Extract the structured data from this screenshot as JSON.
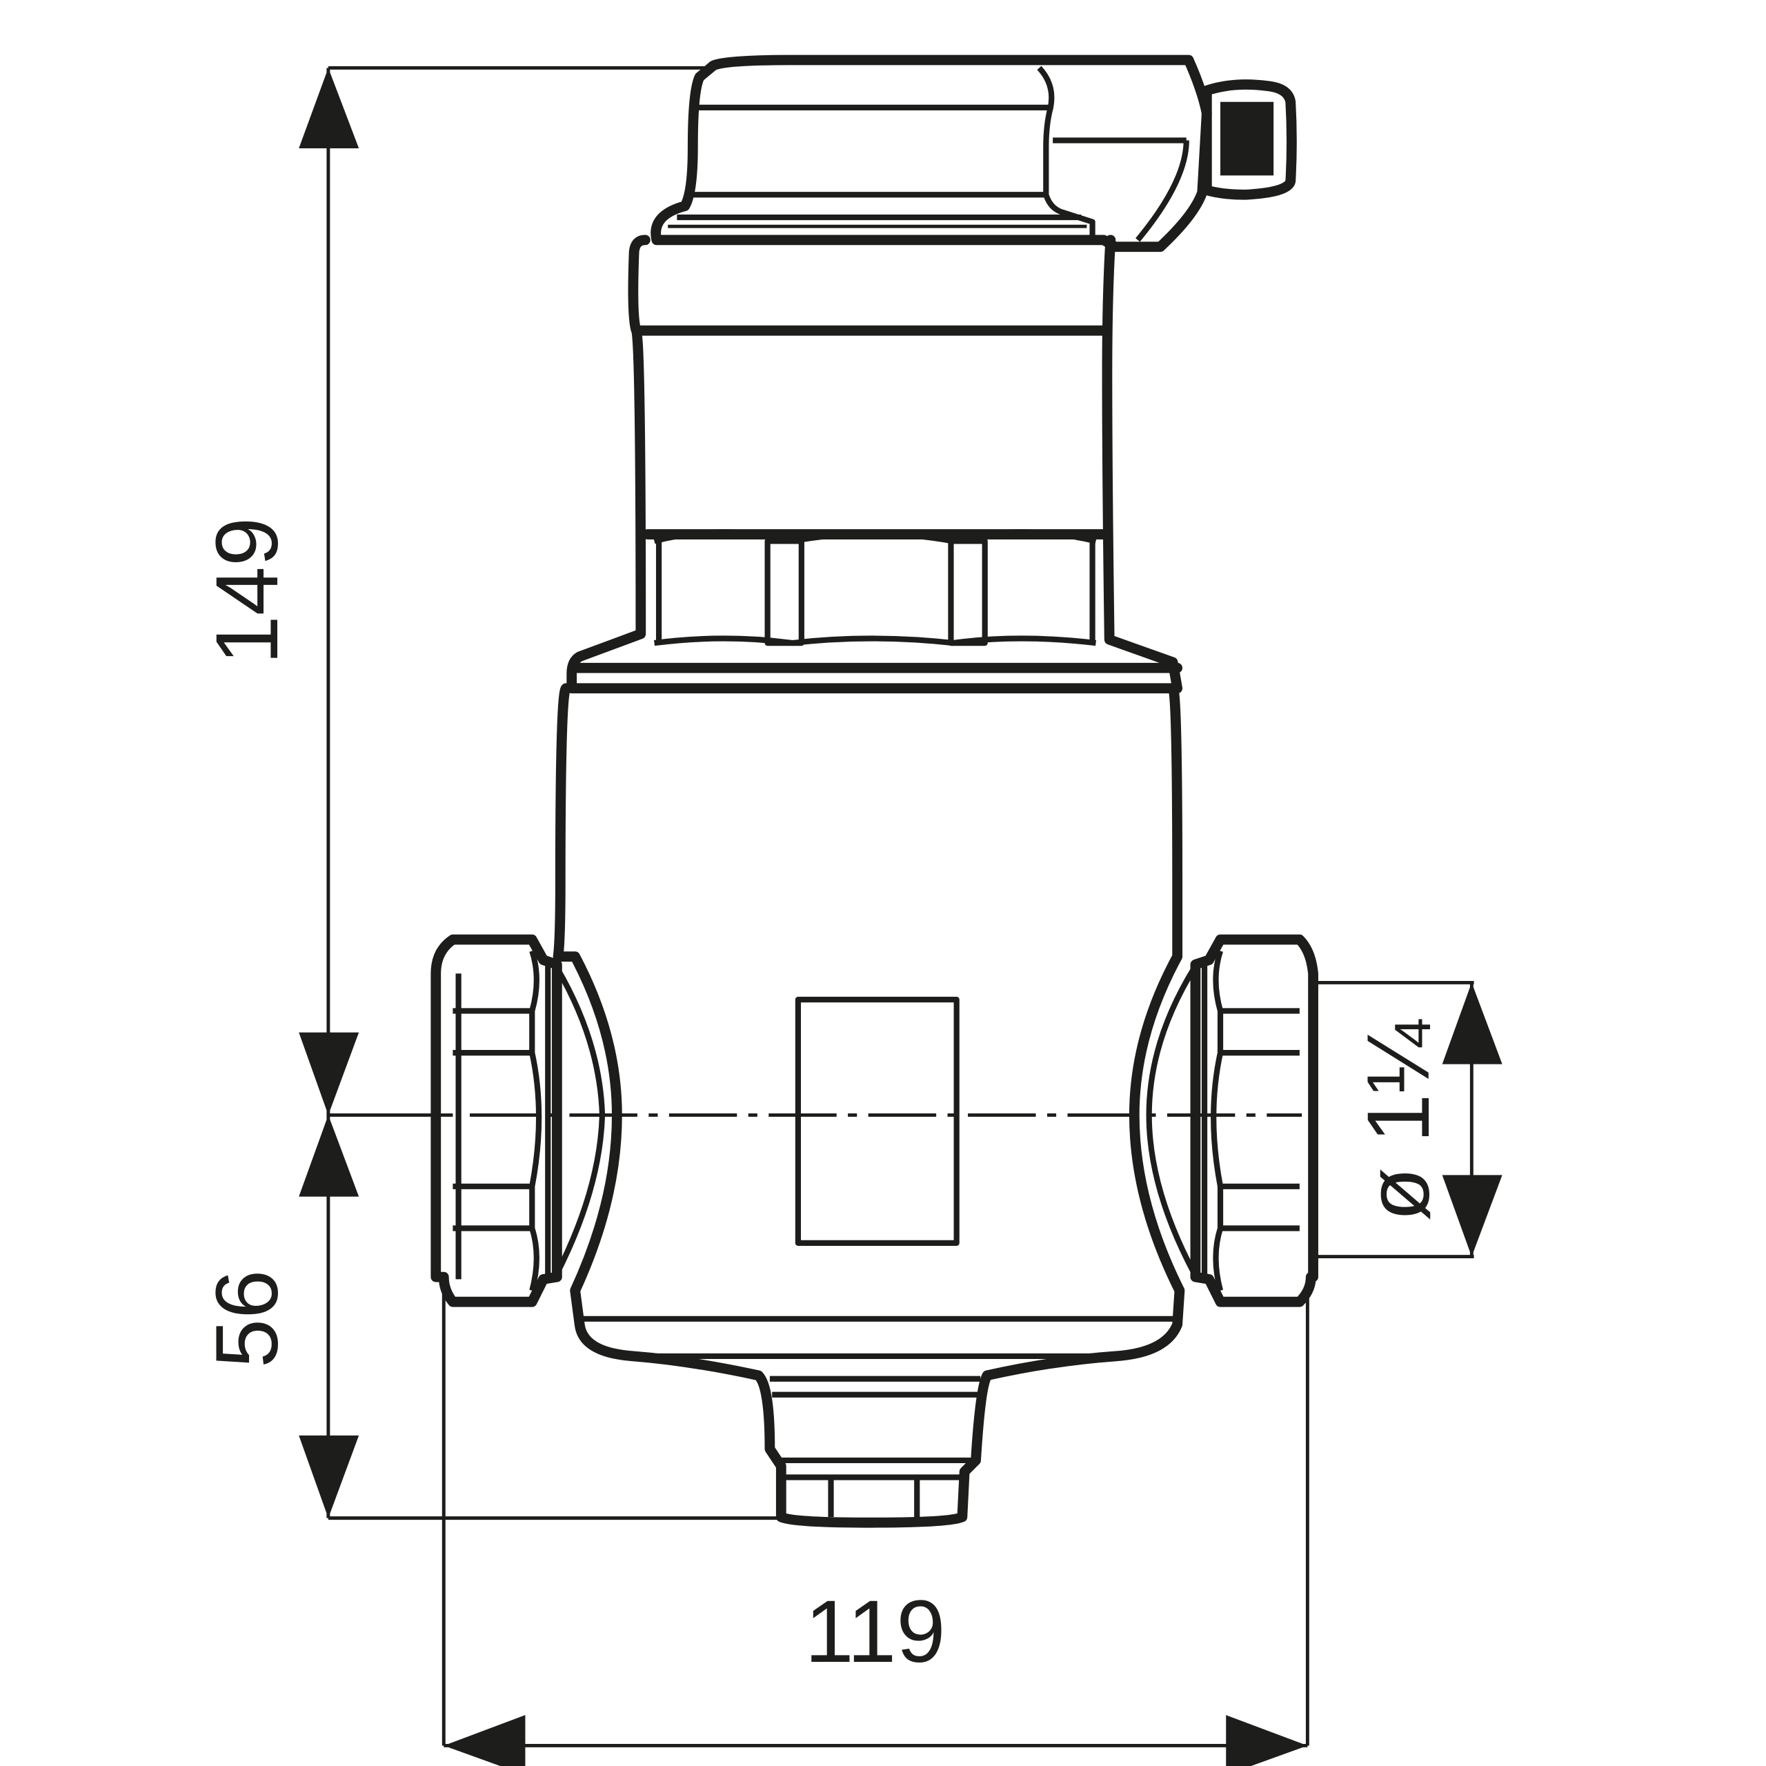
{
  "dimensions": {
    "height_total": "149",
    "height_lower": "56",
    "width": "119",
    "connection_diameter": "ø 1¼"
  },
  "colors": {
    "line": "#1d1d1b",
    "background": "#ffffff"
  }
}
